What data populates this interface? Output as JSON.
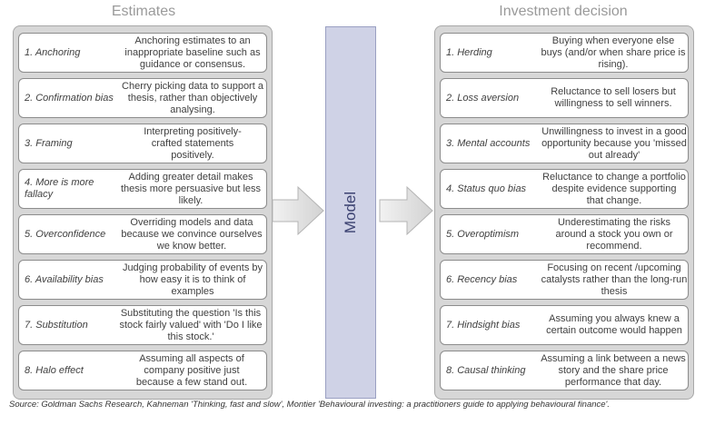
{
  "left": {
    "title": "Estimates",
    "items": [
      {
        "name": "1. Anchoring",
        "desc": "Anchoring estimates to an inappropriate baseline such as guidance or consensus."
      },
      {
        "name": "2. Confirmation bias",
        "desc": "Cherry picking data to support a thesis, rather than objectively analysing."
      },
      {
        "name": "3. Framing",
        "desc": "Interpreting positively-crafted statements positively."
      },
      {
        "name": "4. More is more fallacy",
        "desc": "Adding greater detail makes thesis more persuasive but less likely."
      },
      {
        "name": "5. Overconfidence",
        "desc": "Overriding models and data because we convince ourselves we know better."
      },
      {
        "name": "6. Availability bias",
        "desc": "Judging probability of events by how easy it is to think of examples"
      },
      {
        "name": "7. Substitution",
        "desc": "Substituting the question 'Is this stock fairly valued' with 'Do I like this stock.'"
      },
      {
        "name": "8. Halo effect",
        "desc": "Assuming all aspects of company positive just because a few stand out."
      }
    ]
  },
  "center": {
    "label": "Model"
  },
  "right": {
    "title": "Investment decision",
    "items": [
      {
        "name": "1. Herding",
        "desc": "Buying when everyone else buys (and/or when share price is rising)."
      },
      {
        "name": "2. Loss aversion",
        "desc": "Reluctance to sell losers but willingness to sell winners."
      },
      {
        "name": "3. Mental accounts",
        "desc": "Unwillingness to invest in a good opportunity because you 'missed out already'"
      },
      {
        "name": "4. Status quo bias",
        "desc": "Reluctance to change a portfolio despite evidence supporting that change."
      },
      {
        "name": "5. Overoptimism",
        "desc": "Underestimating the risks around a stock you own or recommend."
      },
      {
        "name": "6. Recency bias",
        "desc": "Focusing on recent /upcoming catalysts rather than the long-run thesis"
      },
      {
        "name": "7. Hindsight bias",
        "desc": "Assuming you always knew a certain outcome would happen"
      },
      {
        "name": "8. Causal thinking",
        "desc": "Assuming a link between a news story and the share price performance that day."
      }
    ]
  },
  "source": "Source:  Goldman Sachs Research, Kahneman 'Thinking, fast and slow', Montier 'Behavioural investing: a practitioners guide to applying behavioural finance'."
}
